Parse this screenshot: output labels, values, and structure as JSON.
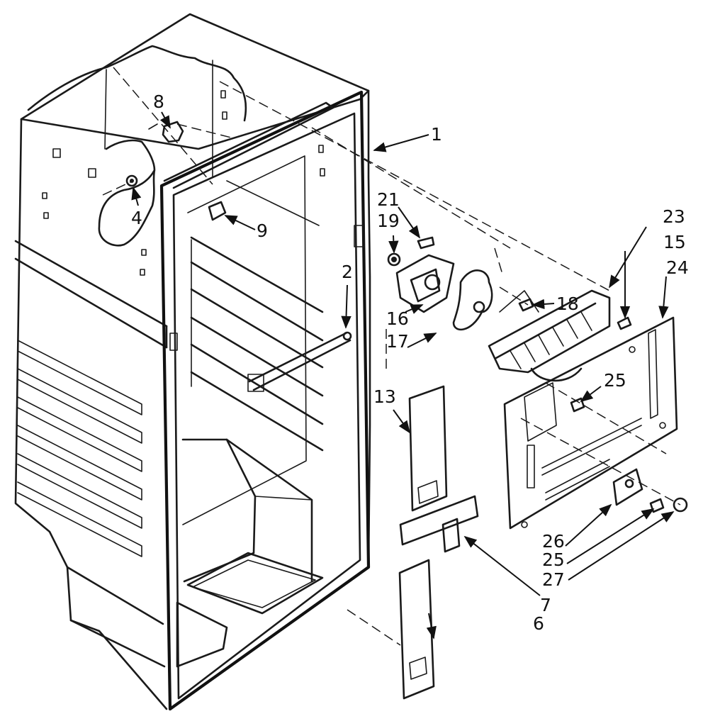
{
  "diagram": {
    "colors": {
      "ink": "#1a1a1a",
      "background": "#ffffff"
    },
    "callouts": [
      {
        "id": "c1",
        "label": "1"
      },
      {
        "id": "c2",
        "label": "2"
      },
      {
        "id": "c4",
        "label": "4"
      },
      {
        "id": "c6",
        "label": "6"
      },
      {
        "id": "c7",
        "label": "7"
      },
      {
        "id": "c8",
        "label": "8"
      },
      {
        "id": "c9",
        "label": "9"
      },
      {
        "id": "c13",
        "label": "13"
      },
      {
        "id": "c15",
        "label": "15"
      },
      {
        "id": "c16",
        "label": "16"
      },
      {
        "id": "c17",
        "label": "17"
      },
      {
        "id": "c18",
        "label": "18"
      },
      {
        "id": "c19",
        "label": "19"
      },
      {
        "id": "c21",
        "label": "21"
      },
      {
        "id": "c23",
        "label": "23"
      },
      {
        "id": "c24",
        "label": "24"
      },
      {
        "id": "c25a",
        "label": "25"
      },
      {
        "id": "c25b",
        "label": "25"
      },
      {
        "id": "c26",
        "label": "26"
      },
      {
        "id": "c27",
        "label": "27"
      }
    ]
  }
}
